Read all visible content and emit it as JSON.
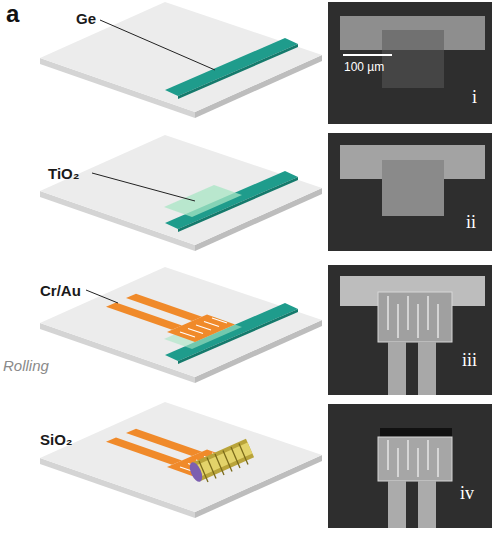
{
  "diagram": {
    "nodes": [
      {
        "text": [
          "100 µm",
          "i"
        ]
      },
      {
        "text": [
          "ii"
        ]
      },
      {
        "text": [
          "iii"
        ]
      },
      {
        "text": [
          "iv"
        ]
      }
    ],
    "labels": [
      "a",
      "Ge",
      "TiO₂",
      "Cr/Au",
      "Rolling",
      "SiO₂"
    ]
  }
}
